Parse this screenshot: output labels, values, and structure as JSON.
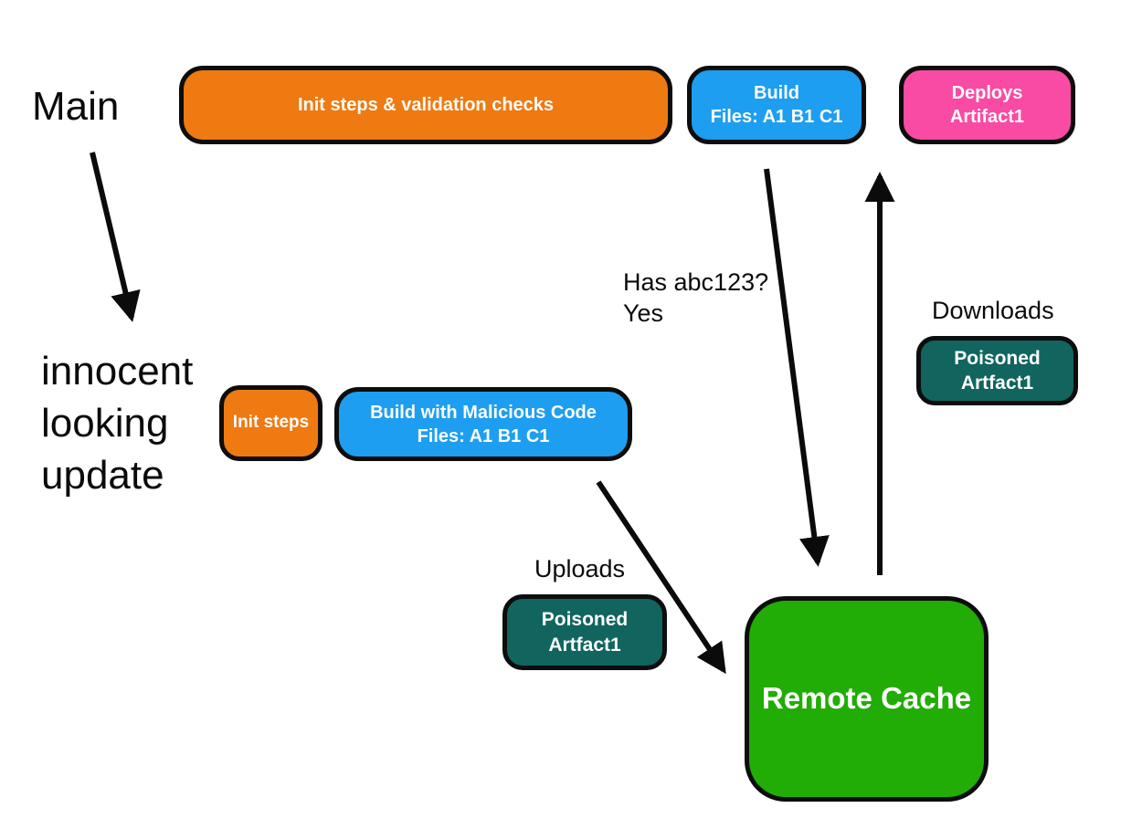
{
  "colors": {
    "orange": "#EE7A11",
    "blue": "#1E9EF0",
    "pink": "#F94BA4",
    "teal": "#11655E",
    "green": "#22AC06",
    "line": "#0b0b0b",
    "background": "#ffffff",
    "node_text": "#fdfdfd"
  },
  "labels": {
    "main": "Main",
    "innocent_update": "innocent\nlooking\nupdate",
    "has_abc": "Has abc123?\nYes",
    "downloads": "Downloads",
    "uploads": "Uploads"
  },
  "nodes": {
    "init_validation": {
      "label": "Init steps & validation checks"
    },
    "build_clean": {
      "line1": "Build",
      "line2": "Files: A1 B1 C1"
    },
    "deploys": {
      "line1": "Deploys",
      "line2": "Artifact1"
    },
    "init_steps": {
      "label": "Init steps"
    },
    "build_malicious": {
      "line1": "Build with Malicious Code",
      "line2": "Files: A1 B1 C1"
    },
    "poisoned_download": {
      "line1": "Poisoned",
      "line2": "Artfact1"
    },
    "poisoned_upload": {
      "line1": "Poisoned",
      "line2": "Artfact1"
    },
    "remote_cache": {
      "label": "Remote Cache"
    }
  },
  "arrows": [
    {
      "name": "main-to-update",
      "from": "Main",
      "to": "innocent looking update"
    },
    {
      "name": "build-to-cache",
      "from": "Build Files: A1 B1 C1",
      "to": "Remote Cache",
      "annotation": "Has abc123? Yes"
    },
    {
      "name": "cache-to-deploy",
      "from": "Remote Cache",
      "to": "Deploys Artifact1",
      "annotation": "Downloads"
    },
    {
      "name": "malicious-build-to-cache",
      "from": "Build with Malicious Code",
      "to": "Remote Cache",
      "annotation": "Uploads"
    }
  ]
}
